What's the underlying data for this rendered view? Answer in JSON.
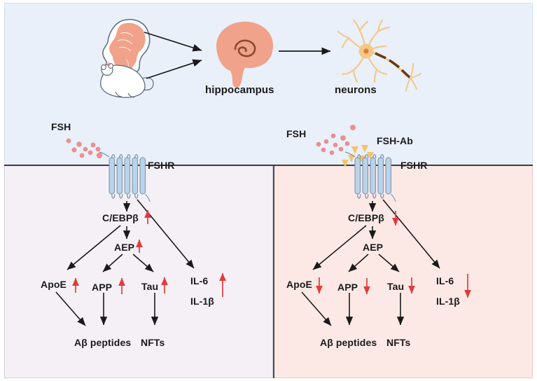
{
  "figure": {
    "title": "FSH signaling in hippocampal neurons: FSH-Ab blockade of the C/EBPβ–AEP pathway",
    "panels": {
      "top": {
        "name": "models-and-tissue-panel",
        "background": "#e9f0fa"
      },
      "bottom_left": {
        "name": "fsh-active-panel",
        "background": "#f4f0f6"
      },
      "bottom_right": {
        "name": "fsh-antibody-panel",
        "background": "#fce9e5"
      }
    }
  },
  "colors": {
    "top_bg": "#e9f0fa",
    "left_bg": "#f4f0f6",
    "right_bg": "#fce9e5",
    "brain_fill": "#f0a28a",
    "neuron_fill": "#f3c88a",
    "receptor_fill": "#b9d3ea",
    "receptor_stroke": "#7f95ab",
    "fsh_dot": "#e8918f",
    "antibody": "#f7c269",
    "regulation_up": "#e23b3b",
    "regulation_down": "#e23b3b",
    "arrow": "#1a1a1a"
  },
  "top_panel": {
    "icons": [
      {
        "name": "human-head-brain-icon",
        "label": ""
      },
      {
        "name": "mouse-icon",
        "label": ""
      },
      {
        "name": "brain-hippocampus-icon",
        "label": "hippocampus"
      },
      {
        "name": "neuron-icon",
        "label": "neurons"
      }
    ],
    "labels": {
      "hippocampus": "hippocampus",
      "neurons": "neurons"
    },
    "flow_arrows": [
      {
        "from": "human-head-brain-icon",
        "to": "brain-hippocampus-icon"
      },
      {
        "from": "mouse-icon",
        "to": "brain-hippocampus-icon"
      },
      {
        "from": "brain-hippocampus-icon",
        "to": "neuron-icon"
      }
    ]
  },
  "left_panel": {
    "membrane": {
      "ligand_label": "FSH",
      "receptor_label": "FSHR",
      "ligand_count": 9,
      "antibody_label": null
    },
    "nodes": [
      {
        "id": "cebpb",
        "label": "C/EBPβ",
        "regulation": "up"
      },
      {
        "id": "aep",
        "label": "AEP",
        "regulation": "up"
      },
      {
        "id": "apoe",
        "label": "ApoE",
        "regulation": "up"
      },
      {
        "id": "app",
        "label": "APP",
        "regulation": "up"
      },
      {
        "id": "tau",
        "label": "Tau",
        "regulation": "up"
      },
      {
        "id": "il6",
        "label": "IL-6",
        "regulation": "up"
      },
      {
        "id": "il1b",
        "label": "IL-1β",
        "regulation": "up"
      },
      {
        "id": "abeta",
        "label": "Aβ  peptides",
        "regulation": "none"
      },
      {
        "id": "nfts",
        "label": "NFTs",
        "regulation": "none"
      }
    ],
    "edges": [
      {
        "from": "fshr",
        "to": "cebpb"
      },
      {
        "from": "fshr",
        "to": "il6"
      },
      {
        "from": "cebpb",
        "to": "apoe"
      },
      {
        "from": "cebpb",
        "to": "aep"
      },
      {
        "from": "aep",
        "to": "app"
      },
      {
        "from": "aep",
        "to": "tau"
      },
      {
        "from": "apoe",
        "to": "abeta"
      },
      {
        "from": "app",
        "to": "abeta"
      },
      {
        "from": "tau",
        "to": "nfts"
      }
    ]
  },
  "right_panel": {
    "membrane": {
      "ligand_label": "FSH",
      "receptor_label": "FSHR",
      "ligand_count": 10,
      "antibody_label": "FSH-Ab",
      "antibody_count": 6
    },
    "nodes": [
      {
        "id": "cebpb",
        "label": "C/EBPβ",
        "regulation": "down"
      },
      {
        "id": "aep",
        "label": "AEP",
        "regulation": "none"
      },
      {
        "id": "apoe",
        "label": "ApoE",
        "regulation": "down"
      },
      {
        "id": "app",
        "label": "APP",
        "regulation": "down"
      },
      {
        "id": "tau",
        "label": "Tau",
        "regulation": "down"
      },
      {
        "id": "il6",
        "label": "IL-6",
        "regulation": "down"
      },
      {
        "id": "il1b",
        "label": "IL-1β",
        "regulation": "down"
      },
      {
        "id": "abeta",
        "label": "Aβ  peptides",
        "regulation": "none"
      },
      {
        "id": "nfts",
        "label": "NFTs",
        "regulation": "none"
      }
    ],
    "edges": [
      {
        "from": "fshr",
        "to": "cebpb"
      },
      {
        "from": "fshr",
        "to": "il6"
      },
      {
        "from": "cebpb",
        "to": "apoe"
      },
      {
        "from": "cebpb",
        "to": "aep"
      },
      {
        "from": "aep",
        "to": "app"
      },
      {
        "from": "aep",
        "to": "tau"
      },
      {
        "from": "apoe",
        "to": "abeta"
      },
      {
        "from": "app",
        "to": "abeta"
      },
      {
        "from": "tau",
        "to": "nfts"
      }
    ]
  }
}
